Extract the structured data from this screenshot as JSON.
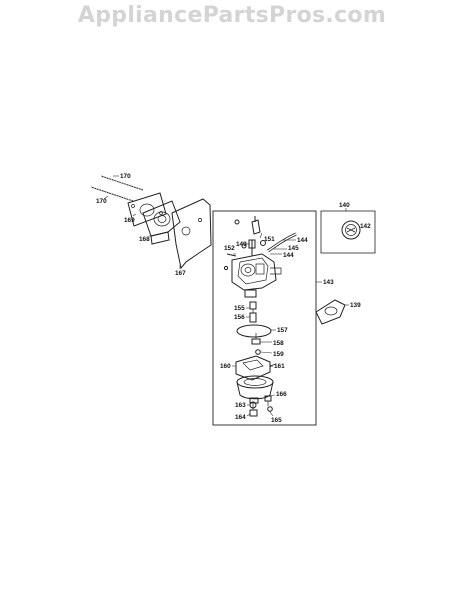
{
  "watermark": "AppliancePartsPros.com",
  "labels": {
    "p170a": "170",
    "p170b": "170",
    "p169": "169",
    "p168": "168",
    "p167": "167",
    "p140": "140",
    "p142": "142",
    "p143": "143",
    "p139": "139",
    "p151": "151",
    "p149": "149",
    "p152": "152",
    "p144a": "144",
    "p145": "145",
    "p144b": "144",
    "p155": "155",
    "p156": "156",
    "p157": "157",
    "p158": "158",
    "p159": "159",
    "p160": "160",
    "p161": "161",
    "p166": "166",
    "p163": "163",
    "p164": "164",
    "p165": "165"
  }
}
